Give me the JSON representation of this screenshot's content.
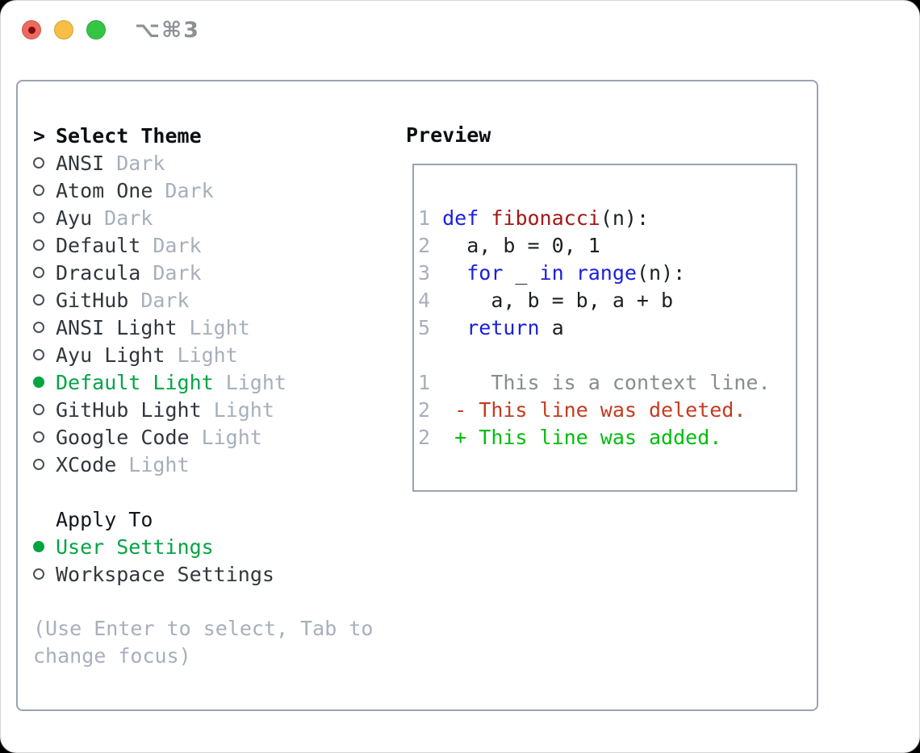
{
  "window": {
    "shortcut_label": "⌥⌘3"
  },
  "theme_selector": {
    "header_marker": ">",
    "header": "Select Theme",
    "items": [
      {
        "name": "ANSI",
        "variant": "Dark",
        "selected": false
      },
      {
        "name": "Atom One",
        "variant": "Dark",
        "selected": false
      },
      {
        "name": "Ayu",
        "variant": "Dark",
        "selected": false
      },
      {
        "name": "Default",
        "variant": "Dark",
        "selected": false
      },
      {
        "name": "Dracula",
        "variant": "Dark",
        "selected": false
      },
      {
        "name": "GitHub",
        "variant": "Dark",
        "selected": false
      },
      {
        "name": "ANSI Light",
        "variant": "Light",
        "selected": false
      },
      {
        "name": "Ayu Light",
        "variant": "Light",
        "selected": false
      },
      {
        "name": "Default Light",
        "variant": "Light",
        "selected": true
      },
      {
        "name": "GitHub Light",
        "variant": "Light",
        "selected": false
      },
      {
        "name": "Google Code",
        "variant": "Light",
        "selected": false
      },
      {
        "name": "XCode",
        "variant": "Light",
        "selected": false
      }
    ]
  },
  "apply_to": {
    "header": "Apply To",
    "options": [
      {
        "label": "User Settings",
        "selected": true
      },
      {
        "label": "Workspace Settings",
        "selected": false
      }
    ]
  },
  "hint": "(Use Enter to select, Tab to change focus)",
  "preview": {
    "title": "Preview",
    "lines": [
      [
        [
          "ln",
          "1"
        ],
        [
          "pl",
          " "
        ],
        [
          "kw",
          "def"
        ],
        [
          "pl",
          " "
        ],
        [
          "fn",
          "fibonacci"
        ],
        [
          "pl",
          "(n):"
        ]
      ],
      [
        [
          "ln",
          "2"
        ],
        [
          "pl",
          "   a, b = 0, 1"
        ]
      ],
      [
        [
          "ln",
          "3"
        ],
        [
          "pl",
          "   "
        ],
        [
          "kw",
          "for"
        ],
        [
          "pl",
          " _ "
        ],
        [
          "kw",
          "in"
        ],
        [
          "pl",
          " "
        ],
        [
          "kw",
          "range"
        ],
        [
          "pl",
          "(n):"
        ]
      ],
      [
        [
          "ln",
          "4"
        ],
        [
          "pl",
          "     a, b = b, a + b"
        ]
      ],
      [
        [
          "ln",
          "5"
        ],
        [
          "pl",
          "   "
        ],
        [
          "kw",
          "return"
        ],
        [
          "pl",
          " a"
        ]
      ],
      [],
      [
        [
          "ln",
          "1"
        ],
        [
          "pl",
          "     "
        ],
        [
          "ctx",
          "This is a context line."
        ]
      ],
      [
        [
          "ln",
          "2"
        ],
        [
          "pl",
          "  "
        ],
        [
          "del",
          "- This line was deleted."
        ]
      ],
      [
        [
          "ln",
          "2"
        ],
        [
          "pl",
          "  "
        ],
        [
          "add",
          "+ This line was added."
        ]
      ]
    ]
  },
  "colors": {
    "accent_green": "#00a542",
    "diff_added": "#00bd0c",
    "diff_removed": "#c53a20",
    "keyword": "#1b20e0",
    "function_name": "#a31818",
    "muted": "#a7afbb",
    "context": "#878c92",
    "text_dark": "#32373d",
    "heading": "#0b0e12",
    "border": "#9aa3af",
    "shortcut": "#8d9095",
    "traffic_red": "#ee6a5e",
    "traffic_red_dot": "#7c0d10",
    "traffic_yellow": "#f5bf45",
    "traffic_green": "#35c544"
  }
}
